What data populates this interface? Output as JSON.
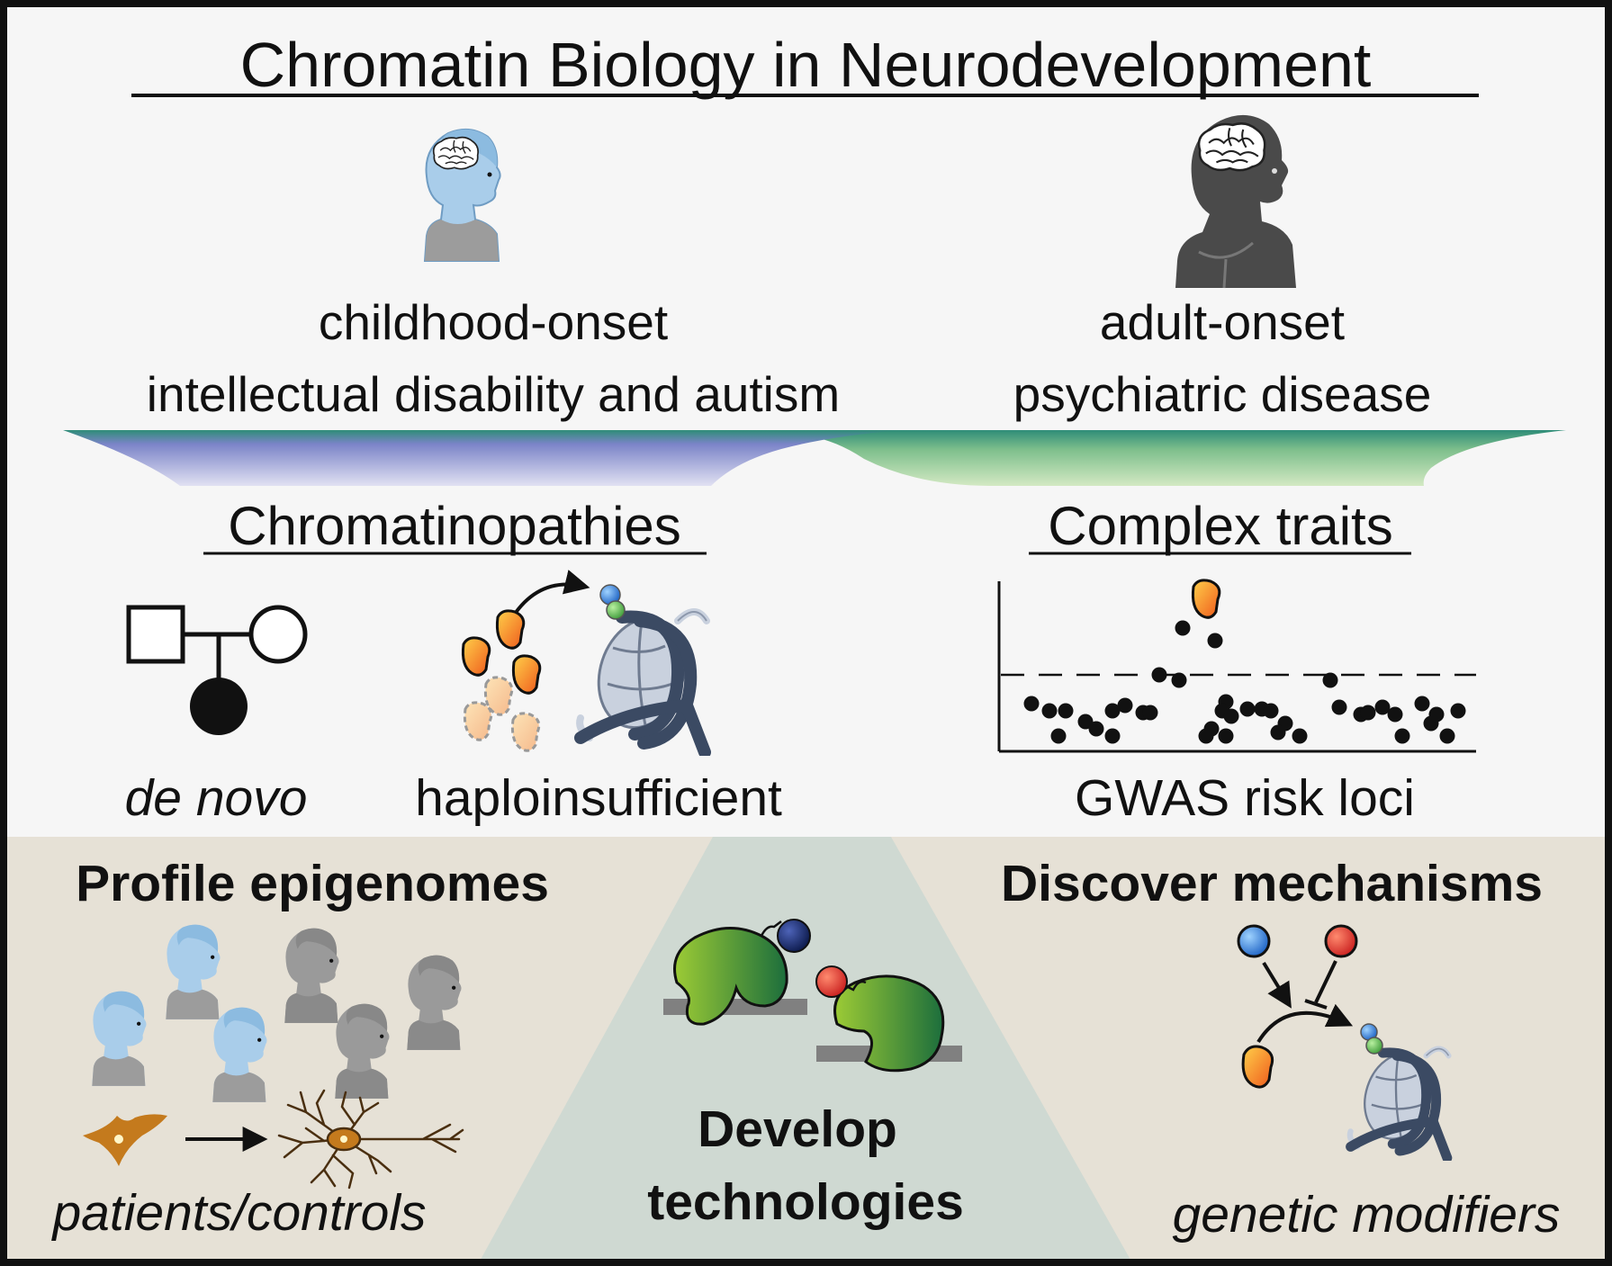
{
  "title": "Chromatin Biology in Neurodevelopment",
  "left_onset": {
    "line1": "childhood-onset",
    "line2": "intellectual disability and autism"
  },
  "right_onset": {
    "line1": "adult-onset",
    "line2": "psychiatric disease"
  },
  "chromatinopathies": {
    "heading": "Chromatinopathies",
    "de_novo_label": "de novo",
    "haplo_label": "haploinsufficient"
  },
  "complex_traits": {
    "heading": "Complex traits",
    "plot_label": "GWAS risk loci"
  },
  "profile": {
    "heading": "Profile epigenomes",
    "caption": "patients/controls"
  },
  "develop": {
    "line1": "Develop",
    "line2": "technologies"
  },
  "discover": {
    "heading": "Discover mechanisms",
    "caption": "genetic modifiers"
  },
  "colors": {
    "frame": "#111111",
    "top_bg": "#f6f6f6",
    "bottom_bg": "#e6e1d6",
    "triangle_bg": "#cfd9d2",
    "child_blue": "#a9cdea",
    "adult_gray": "#4a4a4a",
    "kid_gray": "#9a9a9a",
    "orange": "#f29a1e",
    "green_reader": "#7cb82f",
    "blue_mark": "#1f6fd1",
    "red_mark": "#e3262b",
    "navy_mark": "#1a2a6b",
    "nucleosome_dark": "#3b4a63",
    "nucleosome_light": "#c9d1de",
    "neuron_brown": "#c47a1d"
  }
}
